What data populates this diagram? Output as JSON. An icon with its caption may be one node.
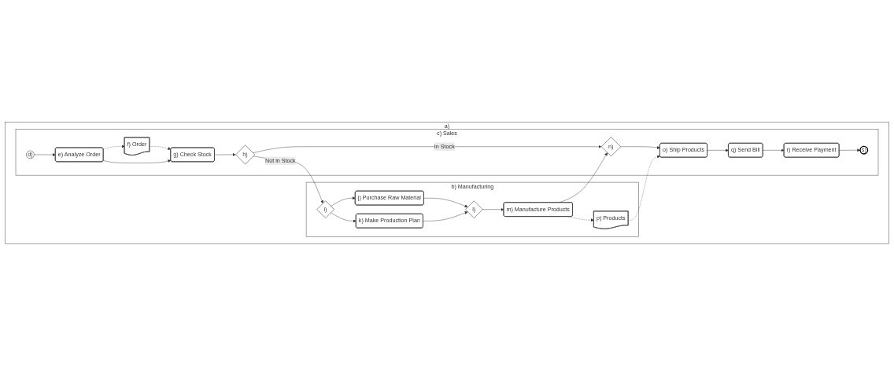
{
  "diagram": {
    "nodes": [
      {
        "text": [
          "a)"
        ]
      },
      {
        "text": [
          "c) Sales"
        ],
        "in": 0
      },
      {
        "text": [
          "b) Manufacturing"
        ],
        "in": 0
      },
      {
        "text": [
          "d)"
        ],
        "in": 1
      },
      {
        "text": [
          "e) Analyze Order"
        ],
        "in": 1
      },
      {
        "text": [
          "f) Order"
        ],
        "in": 1
      },
      {
        "text": [
          "g) Check Stock"
        ],
        "in": 1
      },
      {
        "text": [
          "h)"
        ],
        "in": 1
      },
      {
        "text": [
          "n)"
        ],
        "in": 1
      },
      {
        "text": [
          "o) Ship Products"
        ],
        "in": 1
      },
      {
        "text": [
          "q) Send Bill"
        ],
        "in": 1
      },
      {
        "text": [
          "r) Receive Payment"
        ],
        "in": 1
      },
      {
        "text": [
          "s)"
        ],
        "in": 1
      },
      {
        "text": [
          "i)"
        ],
        "in": 2
      },
      {
        "text": [
          "j) Purchase Raw Material"
        ],
        "in": 2
      },
      {
        "text": [
          "k) Make Production Plan"
        ],
        "in": 2
      },
      {
        "text": [
          "l)"
        ],
        "in": 2
      },
      {
        "text": [
          "m) Manufacture Products"
        ],
        "in": 2
      },
      {
        "text": [
          "p) Products"
        ],
        "in": 2
      }
    ],
    "edges": [
      {
        "from": 3,
        "to": 4,
        "arrow": "to"
      },
      {
        "from": 4,
        "to": 5,
        "arrow": "to",
        "style": "dashed"
      },
      {
        "from": 5,
        "to": 6,
        "arrow": "to",
        "style": "dashed"
      },
      {
        "from": 4,
        "to": 6,
        "arrow": "to"
      },
      {
        "from": 6,
        "to": 7,
        "arrow": "to"
      },
      {
        "from": 7,
        "to": 8,
        "arrow": "to",
        "label": "In Stock"
      },
      {
        "from": 7,
        "to": 13,
        "arrow": "to",
        "label": "Not in Stock"
      },
      {
        "from": 13,
        "to": 14,
        "arrow": "to"
      },
      {
        "from": 13,
        "to": 15,
        "arrow": "to"
      },
      {
        "from": 14,
        "to": 16,
        "arrow": "to"
      },
      {
        "from": 15,
        "to": 16,
        "arrow": "to"
      },
      {
        "from": 16,
        "to": 17,
        "arrow": "to"
      },
      {
        "from": 17,
        "to": 8,
        "arrow": "to"
      },
      {
        "from": 8,
        "to": 9,
        "arrow": "to"
      },
      {
        "from": 9,
        "to": 10,
        "arrow": "to"
      },
      {
        "from": 10,
        "to": 11,
        "arrow": "to"
      },
      {
        "from": 11,
        "to": 12,
        "arrow": "to"
      },
      {
        "from": 17,
        "to": 18,
        "arrow": "to",
        "style": "dashed"
      },
      {
        "from": 18,
        "to": 9,
        "arrow": "to",
        "style": "dashed"
      }
    ]
  }
}
